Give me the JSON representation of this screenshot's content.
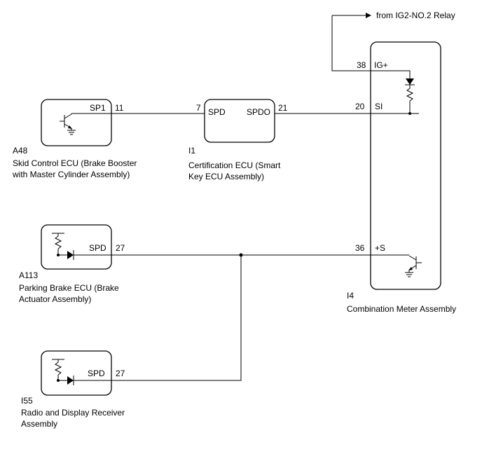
{
  "relay_label": "from IG2-NO.2 Relay",
  "components": {
    "skid": {
      "code": "A48",
      "name_line1": "Skid Control ECU (Brake Booster",
      "name_line2": "with Master Cylinder Assembly)",
      "pin_name": "SP1",
      "pin_num": "11"
    },
    "cert": {
      "code": "I1",
      "name_line1": "Certification ECU (Smart",
      "name_line2": "Key ECU Assembly)",
      "pin_in_name": "SPD",
      "pin_in_num": "7",
      "pin_out_name": "SPDO",
      "pin_out_num": "21"
    },
    "meter": {
      "code": "I4",
      "name_line1": "Combination Meter Assembly",
      "pin_ig_num": "38",
      "pin_ig_name": "IG+",
      "pin_si_num": "20",
      "pin_si_name": "SI",
      "pin_s_num": "36",
      "pin_s_name": "+S"
    },
    "parking": {
      "code": "A113",
      "name_line1": "Parking Brake ECU (Brake",
      "name_line2": "Actuator Assembly)",
      "pin_name": "SPD",
      "pin_num": "27"
    },
    "radio": {
      "code": "I55",
      "name_line1": "Radio and Display Receiver",
      "name_line2": "Assembly",
      "pin_name": "SPD",
      "pin_num": "27"
    }
  }
}
